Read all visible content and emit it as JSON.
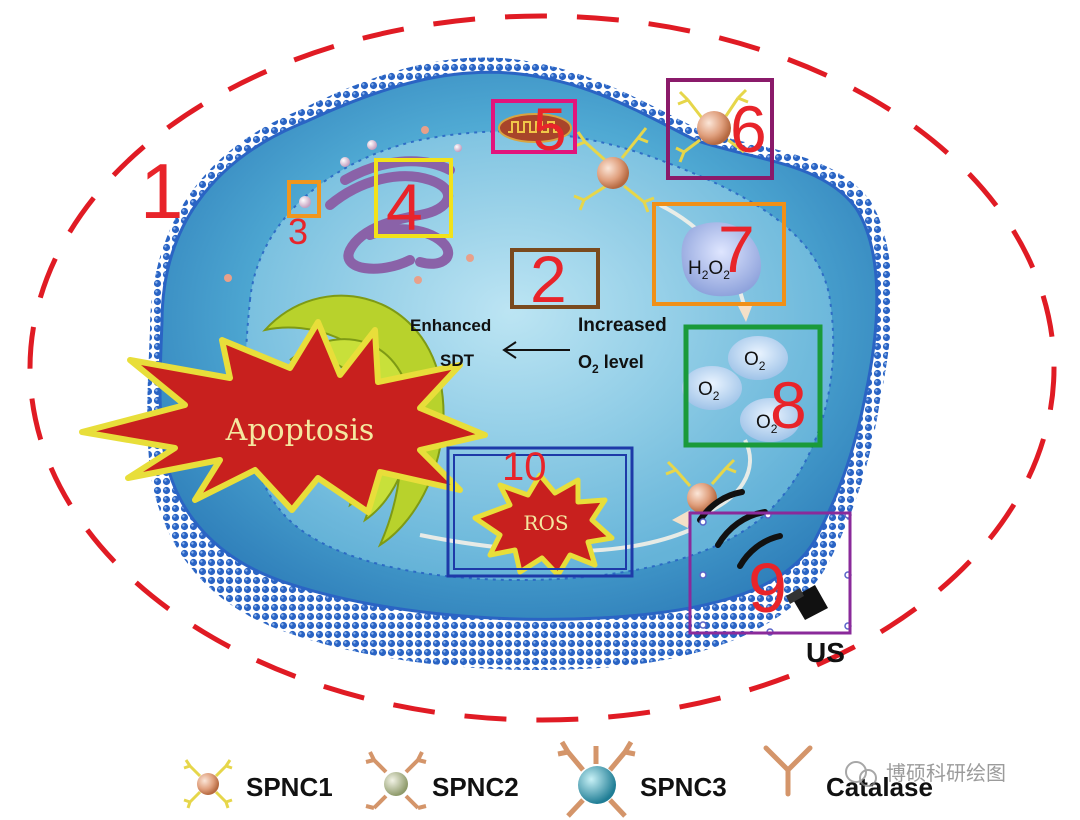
{
  "numbers": {
    "n1": "1",
    "n2": "2",
    "n3": "3",
    "n4": "4",
    "n5": "5",
    "n6": "6",
    "n7": "7",
    "n8": "8",
    "n9": "9",
    "n10": "10"
  },
  "pathway": {
    "enhanced": "Enhanced",
    "sdt": "SDT",
    "increased": "Increased",
    "o2": "O",
    "o2_sub": "2",
    "level": " level"
  },
  "molecules": {
    "h2o2_h": "H",
    "h2o2_sub1": "2",
    "h2o2_o": "O",
    "h2o2_sub2": "2",
    "o2_o": "O",
    "o2_sub": "2"
  },
  "labels": {
    "apoptosis": "Apoptosis",
    "ros": "ROS",
    "us": "US"
  },
  "legend": {
    "spnc1": "SPNC1",
    "spnc2": "SPNC2",
    "spnc3": "SPNC3",
    "catalase": "Catalase"
  },
  "watermark": "博硕科研绘图",
  "colors": {
    "dashed_ring": "#e01b24",
    "cell_membrane": "#1f5fb8",
    "cytoplasm": "#4aa6d2",
    "apoptosis_fill": "#c8201e",
    "apoptosis_edge": "#e8de3a",
    "box_2": "#7a4a1e",
    "box_3": "#f0961e",
    "box_4": "#f2e21a",
    "box_5": "#e2147c",
    "box_6": "#8a1a6a",
    "box_7": "#f09018",
    "box_8": "#1a9a3a",
    "box_9": "#8a2a9a",
    "box_10": "#1e3aa8",
    "number_text": "#e8242a"
  }
}
